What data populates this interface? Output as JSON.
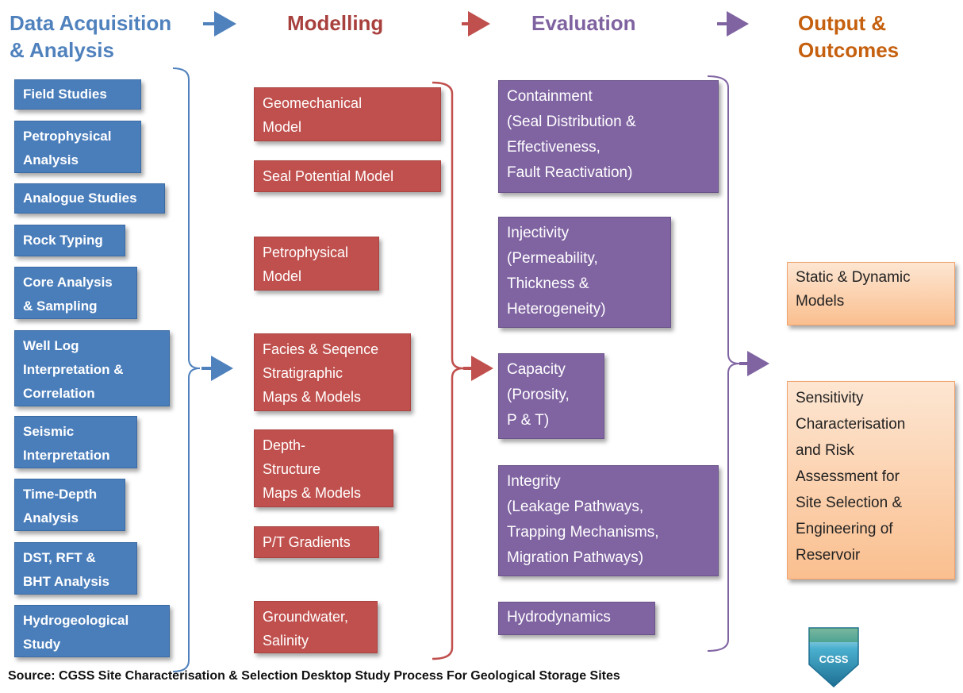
{
  "headers": {
    "data": "Data Acquisition\n& Analysis",
    "modelling": "Modelling",
    "evaluation": "Evaluation",
    "output": "Output &\nOutcomes"
  },
  "data_boxes": [
    "Field Studies",
    "Petrophysical\nAnalysis",
    "Analogue Studies",
    "Rock Typing",
    "Core Analysis\n& Sampling",
    "Well Log\nInterpretation &\nCorrelation",
    "Seismic\nInterpretation",
    "Time-Depth\nAnalysis",
    "DST, RFT &\nBHT Analysis",
    "Hydrogeological\nStudy"
  ],
  "model_boxes": [
    "Geomechanical\nModel",
    "Seal Potential Model",
    "Petrophysical\nModel",
    "Facies & Seqence\nStratigraphic\nMaps & Models",
    "Depth-\nStructure\nMaps & Models",
    "P/T Gradients",
    "Groundwater,\nSalinity"
  ],
  "eval_boxes": [
    "Containment\n(Seal Distribution &\nEffectiveness,\nFault Reactivation)",
    "Injectivity\n(Permeability,\nThickness &\nHeterogeneity)",
    "Capacity\n(Porosity,\nP & T)",
    "Integrity\n(Leakage Pathways,\nTrapping Mechanisms,\nMigration Pathways)",
    "Hydrodynamics"
  ],
  "output_boxes": [
    "Static & Dynamic\nModels",
    "Sensitivity\nCharacterisation\nand Risk\nAssessment for\nSite Selection &\nEngineering  of\nReservoir"
  ],
  "source": "Source: CGSS Site Characterisation & Selection Desktop Study Process For Geological Storage Sites",
  "logo_text": "CGSS",
  "colors": {
    "data": "#4a7ebb",
    "modelling": "#c0504d",
    "evaluation": "#8064a2",
    "output": "#c5600e"
  }
}
